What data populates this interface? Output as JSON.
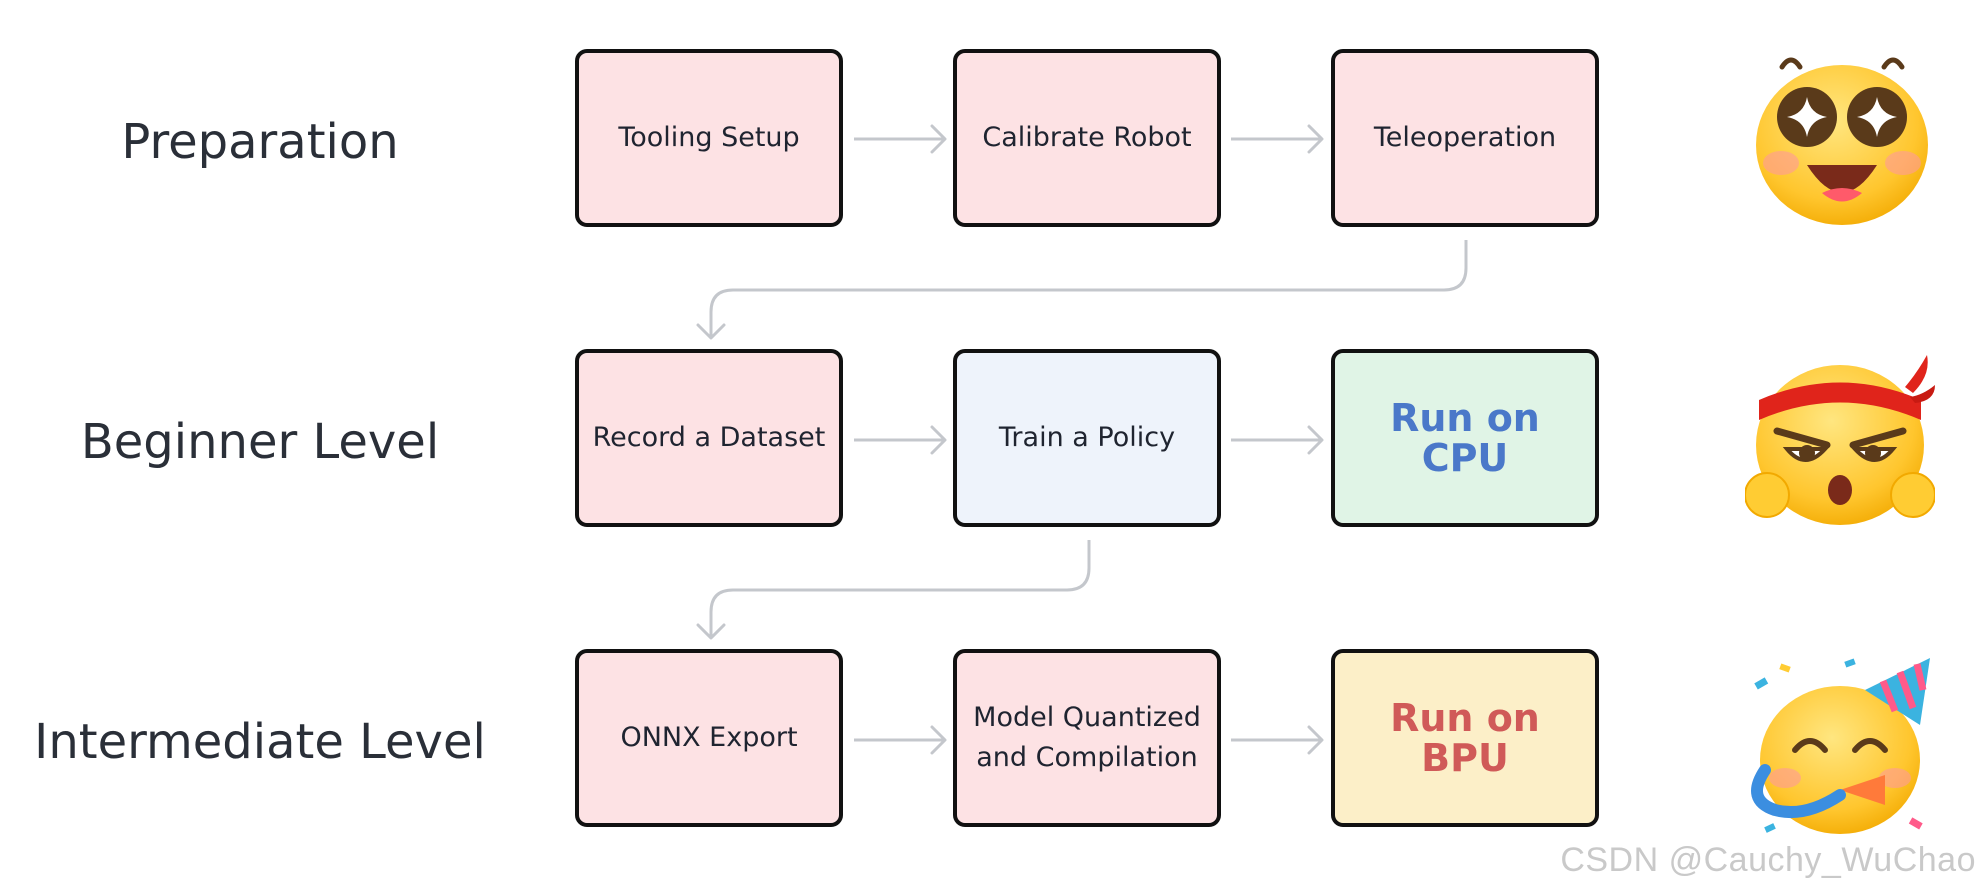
{
  "stages": [
    {
      "label": "Preparation"
    },
    {
      "label": "Beginner Level"
    },
    {
      "label": "Intermediate Level"
    }
  ],
  "steps": {
    "tooling_setup": "Tooling Setup",
    "calibrate_robot": "Calibrate Robot",
    "teleoperation": "Teleoperation",
    "record_dataset": "Record a Dataset",
    "train_policy": "Train a Policy",
    "run_cpu": "Run on CPU",
    "onnx_export": "ONNX Export",
    "model_quantized": "Model Quantized\nand Compilation",
    "run_bpu": "Run on BPU"
  },
  "icons": {
    "preparation": "star-eyes-emoji-icon",
    "beginner": "determined-headband-emoji-icon",
    "intermediate": "party-emoji-icon"
  },
  "colors": {
    "box_pink": "#fde2e4",
    "box_blue": "#eef3fb",
    "box_green": "#e0f4e6",
    "box_yellow": "#fcefc8",
    "cpu_text": "#4a78c9",
    "bpu_text": "#d05a58",
    "arrow": "#c4c7cc"
  },
  "watermark": "CSDN @Cauchy_WuChao"
}
